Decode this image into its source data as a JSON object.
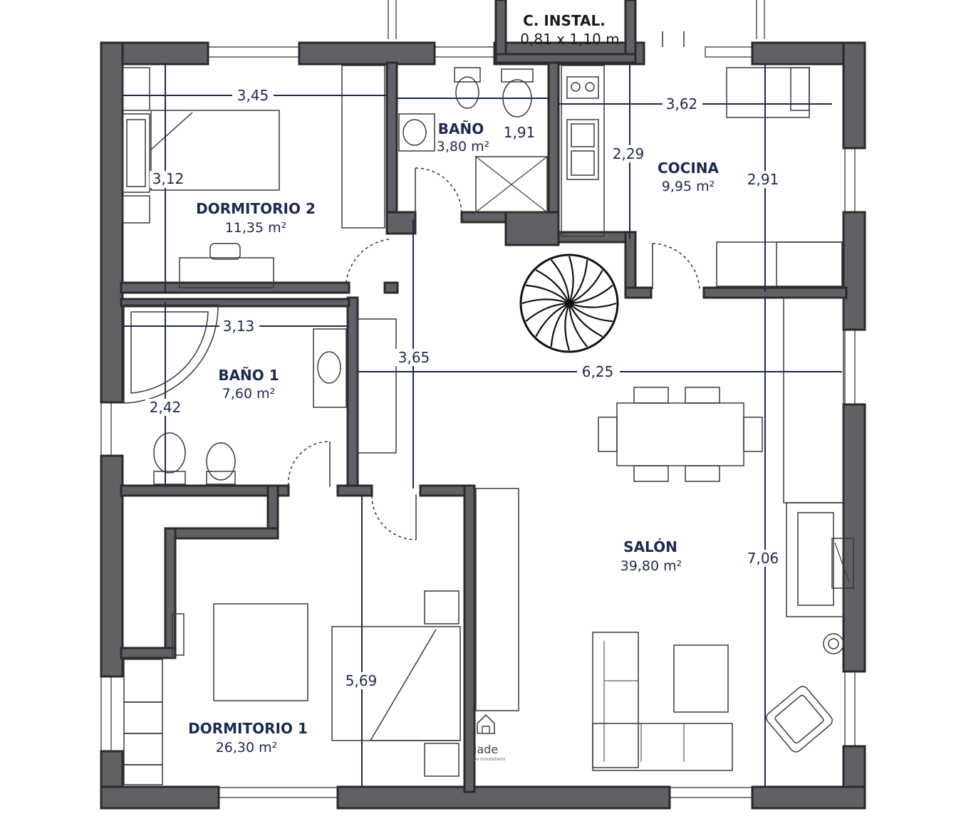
{
  "rooms": {
    "dormitorio2": {
      "name": "DORMITORIO 2",
      "area": "11,35 m²"
    },
    "bano": {
      "name": "BAÑO",
      "area": "3,80 m²"
    },
    "cocina": {
      "name": "COCINA",
      "area": "9,95 m²"
    },
    "bano1": {
      "name": "BAÑO 1",
      "area": "7,60 m²"
    },
    "salon": {
      "name": "SALÓN",
      "area": "39,80 m²"
    },
    "dormitorio1": {
      "name": "DORMITORIO 1",
      "area": "26,30 m²"
    },
    "c_instal": {
      "name": "C. INSTAL.",
      "area": "0,81  x 1,10 m"
    }
  },
  "dimensions": {
    "d2_width": "3,45",
    "d2_height": "3,12",
    "bano_dim": "1,91",
    "cocina_height": "2,29",
    "cocina_width": "3,62",
    "cocina_height2": "2,91",
    "bano1_width": "3,13",
    "bano1_height": "2,42",
    "hall_height": "3,65",
    "salon_width": "6,25",
    "salon_height": "7,06",
    "d1_height": "5,69"
  },
  "logo": {
    "name": "Jade",
    "tagline": "grupo inmobiliario"
  },
  "colors": {
    "wall": "#5f6166",
    "text": "#1c2a4d"
  }
}
